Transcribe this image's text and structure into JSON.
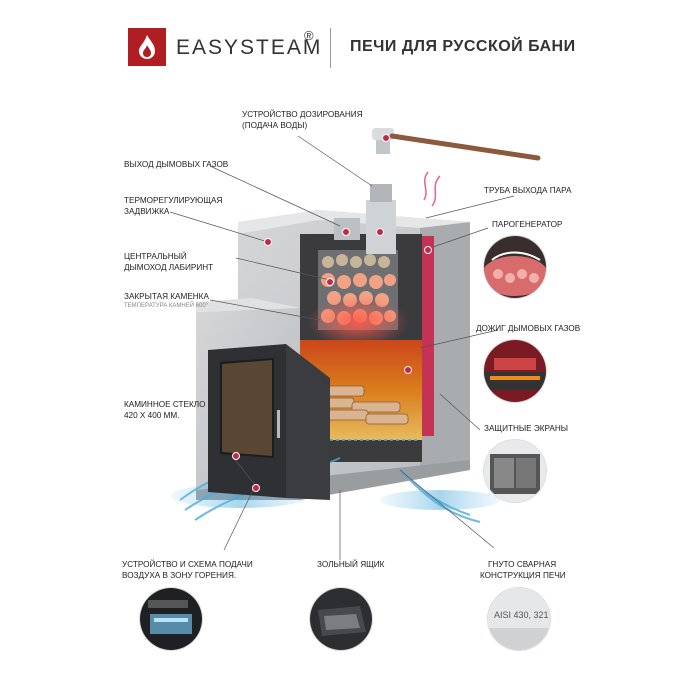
{
  "header": {
    "brand": "EASYSTEAM",
    "registered": "®",
    "subtitle": "ПЕЧИ ДЛЯ РУССКОЙ БАНИ"
  },
  "callouts": {
    "dosing_1": "УСТРОЙСТВО ДОЗИРОВАНИЯ",
    "dosing_2": "(ПОДАЧА ВОДЫ)",
    "smoke_exit": "ВЫХОД ДЫМОВЫХ ГАЗОВ",
    "thermo_1": "ТЕРМОРЕГУЛИРУЮЩАЯ",
    "thermo_2": "ЗАДВИЖКА",
    "central_1": "ЦЕНТРАЛЬНЫЙ",
    "central_2": "ДЫМОХОД ЛАБИРИНТ",
    "closed_1": "ЗАКРЫТАЯ КАМЕНКА",
    "closed_2": "ТЕМПЕРАТУРА КАМНЕЙ 600°",
    "glass_1": "КАМИННОЕ СТЕКЛО",
    "glass_2": "420 Х 400 ММ.",
    "steam_pipe": "ТРУБА ВЫХОДА ПАРА",
    "steam_gen": "ПАРОГЕНЕРАТОР",
    "afterburn": "ДОЖИГ ДЫМОВЫХ ГАЗОВ",
    "screens": "ЗАЩИТНЫЕ ЭКРАНЫ",
    "air_1": "УСТРОЙСТВО И СХЕМА ПОДАЧИ",
    "air_2": "ВОЗДУХА В ЗОНУ ГОРЕНИЯ.",
    "ash_box": "ЗОЛЬНЫЙ ЯЩИК",
    "bent_1": "ГНУТО СВАРНАЯ",
    "bent_2": "КОНСТРУКЦИЯ ПЕЧИ"
  },
  "thumbnails": {
    "aisi_text": "AISI 430, 321"
  },
  "colors": {
    "brand_red": "#b01e23",
    "stone_gray": "#c9cccf",
    "fire_orange": "#f08a1c",
    "air_blue": "#4aa8d8"
  },
  "icons": [
    "flame-logo-icon"
  ]
}
